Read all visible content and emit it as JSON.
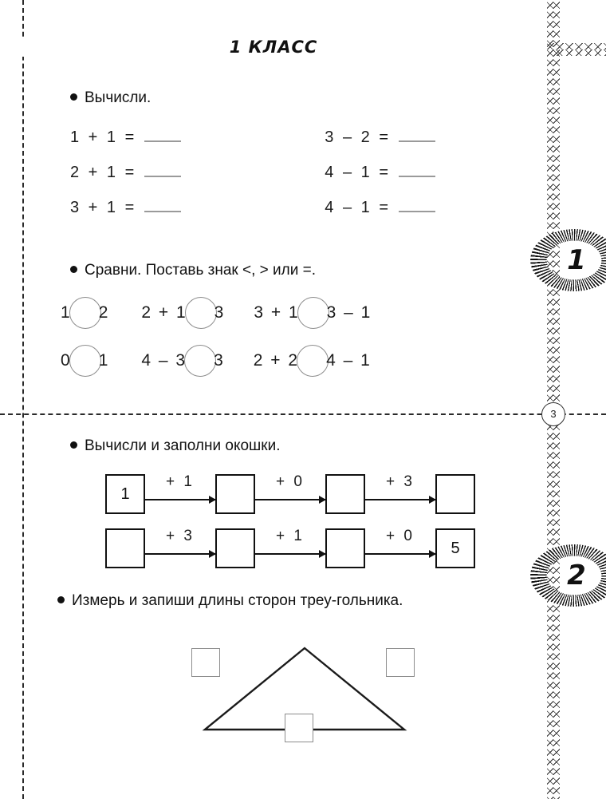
{
  "header": {
    "title": "1 КЛАСС"
  },
  "markers": {
    "cut_marker_label": "3",
    "side_badges": [
      {
        "label": "1"
      },
      {
        "label": "2"
      }
    ]
  },
  "tasks": [
    {
      "id": "task1",
      "title": "Вычисли.",
      "columns": [
        {
          "equations": [
            {
              "expr": "1 + 1 =",
              "answer": ""
            },
            {
              "expr": "2 + 1 =",
              "answer": ""
            },
            {
              "expr": "3 + 1 =",
              "answer": ""
            }
          ]
        },
        {
          "equations": [
            {
              "expr": "3 – 2 =",
              "answer": ""
            },
            {
              "expr": "4 – 1 =",
              "answer": ""
            },
            {
              "expr": "4 – 1 =",
              "answer": ""
            }
          ]
        }
      ]
    },
    {
      "id": "task2",
      "title": "Сравни.  Поставь  знак  <,  >  или  =.",
      "rows": [
        [
          {
            "left": "1",
            "right": "2"
          },
          {
            "left": "2 + 1",
            "right": "3"
          },
          {
            "left": "3 + 1",
            "right": "3 – 1"
          }
        ],
        [
          {
            "left": "0",
            "right": "1"
          },
          {
            "left": "4 – 3",
            "right": "3"
          },
          {
            "left": "2 + 2",
            "right": "4 – 1"
          }
        ]
      ]
    },
    {
      "id": "task3",
      "title": "Вычисли и  заполни  окошки.",
      "chains": [
        {
          "boxes": [
            "1",
            "",
            "",
            ""
          ],
          "ops": [
            "+ 1",
            "+ 0",
            "+ 3"
          ]
        },
        {
          "boxes": [
            "",
            "",
            "",
            "5"
          ],
          "ops": [
            "+ 3",
            "+ 1",
            "+ 0"
          ]
        }
      ]
    },
    {
      "id": "task4",
      "title": "Измерь  и  запиши  длины  сторон  треу-гольника.",
      "answer_boxes": [
        {
          "position": "left",
          "value": ""
        },
        {
          "position": "right",
          "value": ""
        },
        {
          "position": "bottom",
          "value": ""
        }
      ]
    }
  ]
}
